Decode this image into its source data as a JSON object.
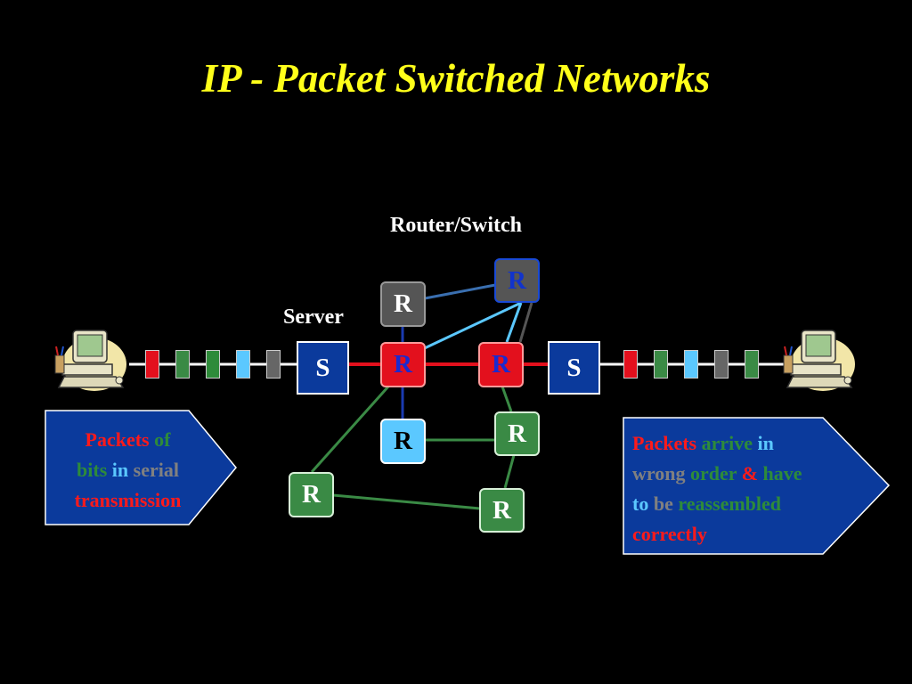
{
  "title": "IP - Packet Switched Networks",
  "labels": {
    "router_switch": "Router/Switch",
    "server": "Server"
  },
  "nodes": {
    "server_left": "S",
    "server_right": "S",
    "router_top": "R",
    "router_gray": "R",
    "router_red_left": "R",
    "router_red_right": "R",
    "router_light": "R",
    "router_green_mid": "R",
    "router_green_left": "R",
    "router_green_bottom": "R"
  },
  "packets_left": [
    "#e3101d",
    "#3a8a45",
    "#2e8b3a",
    "#5bc8ff",
    "#666666"
  ],
  "packets_right": [
    "#e3101d",
    "#3a8a45",
    "#5bc8ff",
    "#666666",
    "#3a8a45"
  ],
  "callout_left": {
    "lines": [
      [
        {
          "t": "Packets ",
          "c": "#ff1a1a"
        },
        {
          "t": "of",
          "c": "#2e8b3a"
        }
      ],
      [
        {
          "t": "bits ",
          "c": "#2e8b3a"
        },
        {
          "t": "in ",
          "c": "#5bc8ff"
        },
        {
          "t": "serial",
          "c": "#808080"
        }
      ],
      [
        {
          "t": "transmission",
          "c": "#ff1a1a"
        }
      ]
    ]
  },
  "callout_right": {
    "lines": [
      [
        {
          "t": "Packets ",
          "c": "#ff1a1a"
        },
        {
          "t": "arrive ",
          "c": "#2e8b3a"
        },
        {
          "t": "in",
          "c": "#5bc8ff"
        }
      ],
      [
        {
          "t": "wrong ",
          "c": "#808080"
        },
        {
          "t": "order ",
          "c": "#2e8b3a"
        },
        {
          "t": "& ",
          "c": "#ff1a1a"
        },
        {
          "t": "have",
          "c": "#2e8b3a"
        }
      ],
      [
        {
          "t": "to ",
          "c": "#5bc8ff"
        },
        {
          "t": "be ",
          "c": "#808080"
        },
        {
          "t": "reassembled",
          "c": "#2e8b3a"
        }
      ],
      [
        {
          "t": "correctly",
          "c": "#ff1a1a"
        }
      ]
    ]
  }
}
